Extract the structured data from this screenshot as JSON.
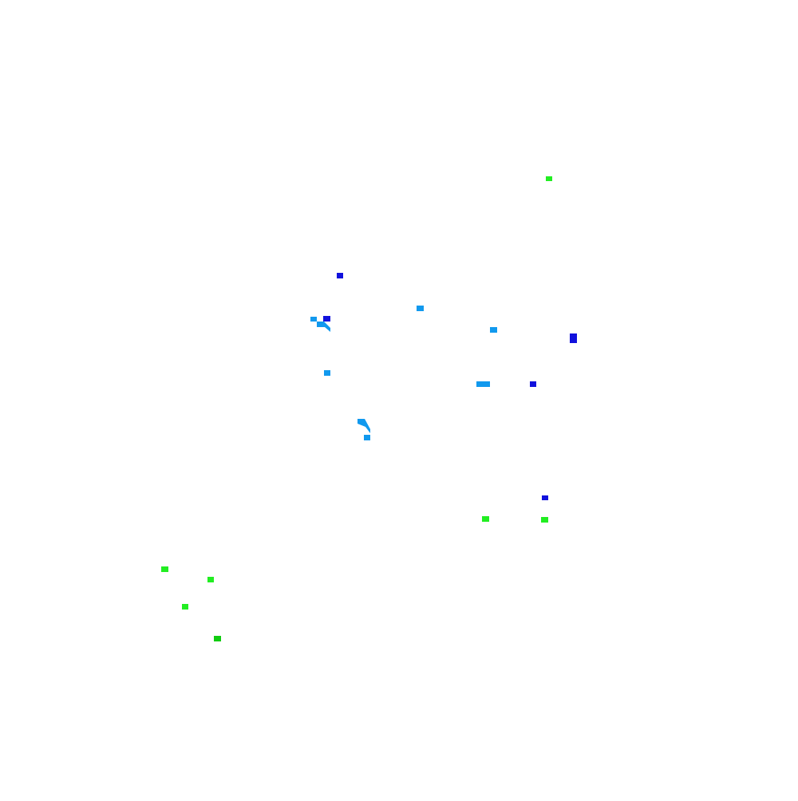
{
  "colors": {
    "background": "#ffffff",
    "green": "#22ee22",
    "dark_green": "#11cc11",
    "light_blue": "#1199ee",
    "dark_blue": "#1111dd"
  },
  "marks": [
    {
      "kind": "green-square"
    },
    {
      "kind": "blue-square"
    },
    {
      "kind": "light-blue-square"
    },
    {
      "kind": "light-blue-square"
    },
    {
      "kind": "blue-square"
    },
    {
      "kind": "light-blue-stroke"
    },
    {
      "kind": "light-blue-square"
    },
    {
      "kind": "blue-square"
    },
    {
      "kind": "light-blue-square"
    },
    {
      "kind": "light-blue-square"
    },
    {
      "kind": "blue-square"
    },
    {
      "kind": "light-blue-stroke"
    },
    {
      "kind": "light-blue-square"
    },
    {
      "kind": "blue-square"
    },
    {
      "kind": "green-square"
    },
    {
      "kind": "green-square"
    },
    {
      "kind": "green-square"
    },
    {
      "kind": "green-square"
    },
    {
      "kind": "green-square"
    },
    {
      "kind": "dark-green-square"
    }
  ]
}
